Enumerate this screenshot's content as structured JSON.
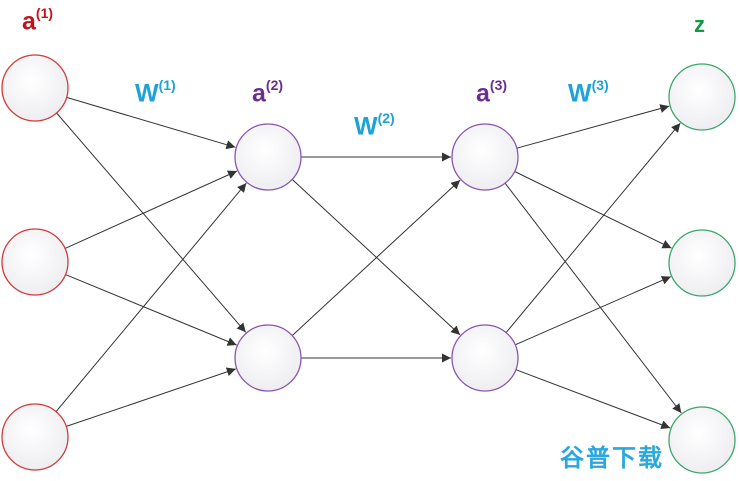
{
  "labels": {
    "a1": {
      "base": "a",
      "sup": "(1)"
    },
    "w1": {
      "base": "W",
      "sup": "(1)"
    },
    "a2": {
      "base": "a",
      "sup": "(2)"
    },
    "w2": {
      "base": "W",
      "sup": "(2)"
    },
    "a3": {
      "base": "a",
      "sup": "(3)"
    },
    "w3": {
      "base": "W",
      "sup": "(3)"
    },
    "z": "z"
  },
  "watermark": "谷普下载",
  "colors": {
    "a1": "#c0141a",
    "a2": "#6b2d8e",
    "a3": "#6b2d8e",
    "weights": "#1ea2d8",
    "z": "#0e9a49",
    "watermark": "#2aa7dd",
    "node_fill": "#f4f4f6",
    "edge": "#333333"
  },
  "layers": [
    {
      "name": "input",
      "nodes": 3,
      "stroke": "#d23a3a"
    },
    {
      "name": "hidden-1",
      "nodes": 2,
      "stroke": "#8a56b0"
    },
    {
      "name": "hidden-2",
      "nodes": 2,
      "stroke": "#8a56b0"
    },
    {
      "name": "output",
      "nodes": 3,
      "stroke": "#3aa86a"
    }
  ]
}
